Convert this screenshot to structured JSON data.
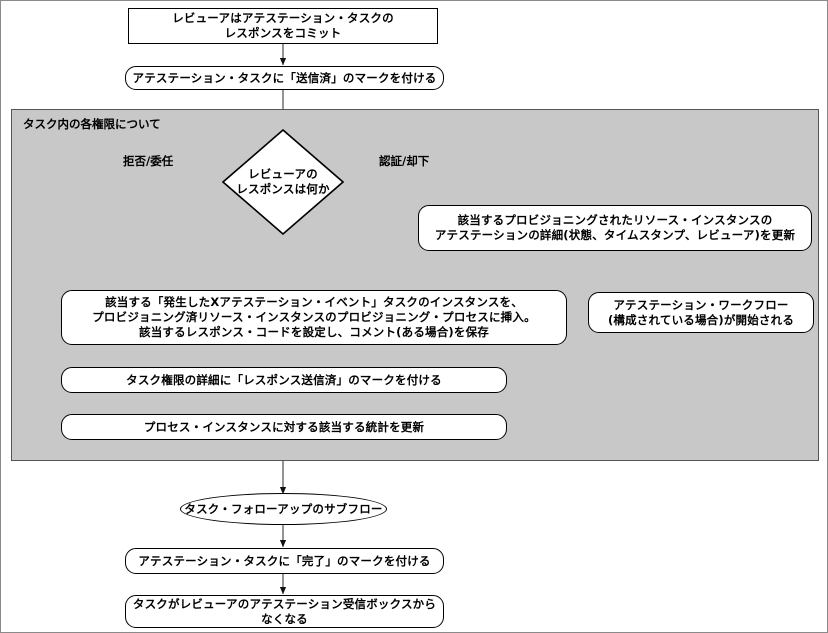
{
  "diagram": {
    "type": "flowchart",
    "title_visible": false,
    "group": {
      "label": "タスク内の各権限について",
      "fill": "#c8c8c8",
      "stroke": "#555555"
    },
    "colors": {
      "node_fill": "#ffffff",
      "node_stroke": "#000000",
      "group_fill": "#c8c8c8",
      "canvas": "#ffffff",
      "text": "#000000"
    },
    "nodes": [
      {
        "id": "commit",
        "shape": "rect",
        "label": "レビューアはアテステーション・タスクの\nレスポンスをコミット"
      },
      {
        "id": "mark-sent",
        "shape": "round",
        "label": "アテステーション・タスクに「送信済」のマークを付ける"
      },
      {
        "id": "decision",
        "shape": "diamond",
        "label": "レビューアの\nレスポンスは何か"
      },
      {
        "id": "update-detail",
        "shape": "round",
        "label": "該当するプロビジョニングされたリソース・インスタンスの\nアテステーションの詳細(状態、タイムスタンプ、レビューア)を更新"
      },
      {
        "id": "insert-instance",
        "shape": "round",
        "label": "該当する「発生したXアテステーション・イベント」タスクのインスタンスを、\nプロビジョニング済リソース・インスタンスのプロビジョニング・プロセスに挿入。\n該当するレスポンス・コードを設定し、コメント(ある場合)を保存"
      },
      {
        "id": "workflow",
        "shape": "round",
        "label": "アテステーション・ワークフロー\n(構成されている場合)が開始される"
      },
      {
        "id": "mark-response-sent",
        "shape": "round",
        "label": "タスク権限の詳細に「レスポンス送信済」のマークを付ける"
      },
      {
        "id": "update-stats",
        "shape": "round",
        "label": "プロセス・インスタンスに対する該当する統計を更新"
      },
      {
        "id": "subflow",
        "shape": "oval",
        "label": "タスク・フォローアップのサブフロー"
      },
      {
        "id": "mark-complete",
        "shape": "round",
        "label": "アテステーション・タスクに「完了」のマークを付ける"
      },
      {
        "id": "remove-inbox",
        "shape": "round",
        "label": "タスクがレビューアのアテステーション受信ボックスから\nなくなる"
      }
    ],
    "edge_labels": [
      {
        "id": "left-branch",
        "label": "拒否/委任"
      },
      {
        "id": "right-branch",
        "label": "認証/却下"
      }
    ],
    "edges": [
      {
        "from": "commit",
        "to": "mark-sent",
        "style": "solid"
      },
      {
        "from": "mark-sent",
        "to": "decision",
        "style": "solid"
      },
      {
        "from": "decision",
        "to": "insert-instance",
        "style": "solid",
        "label": "拒否/委任",
        "route": "left-loop"
      },
      {
        "from": "decision",
        "to": "update-detail",
        "style": "solid",
        "label": "認証/却下",
        "route": "right"
      },
      {
        "from": "update-detail",
        "to": "insert-instance",
        "style": "solid",
        "route": "right-loop"
      },
      {
        "from": "insert-instance",
        "to": "workflow",
        "style": "dashed"
      },
      {
        "from": "insert-instance",
        "to": "mark-response-sent",
        "style": "solid"
      },
      {
        "from": "mark-response-sent",
        "to": "update-stats",
        "style": "solid"
      },
      {
        "from": "update-stats",
        "to": "subflow",
        "style": "solid"
      },
      {
        "from": "subflow",
        "to": "mark-complete",
        "style": "solid"
      },
      {
        "from": "mark-complete",
        "to": "remove-inbox",
        "style": "solid"
      }
    ]
  }
}
